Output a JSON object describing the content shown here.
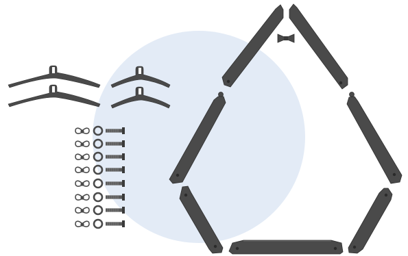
{
  "illustration": {
    "subject": "hexagonal-frame-kit-parts",
    "colors": {
      "part": "#4a4a4a",
      "part_edge": "#2f2f2f",
      "part_light": "#6b6b6b",
      "backdrop_circle": "#e3ebf6",
      "background": "#ffffff"
    },
    "hanger_count": 4,
    "hardware_row_count": 8,
    "frame_bar_count": 7,
    "hardware_items": [
      "wing-nut-icon",
      "washer-icon",
      "bolt-icon"
    ]
  }
}
